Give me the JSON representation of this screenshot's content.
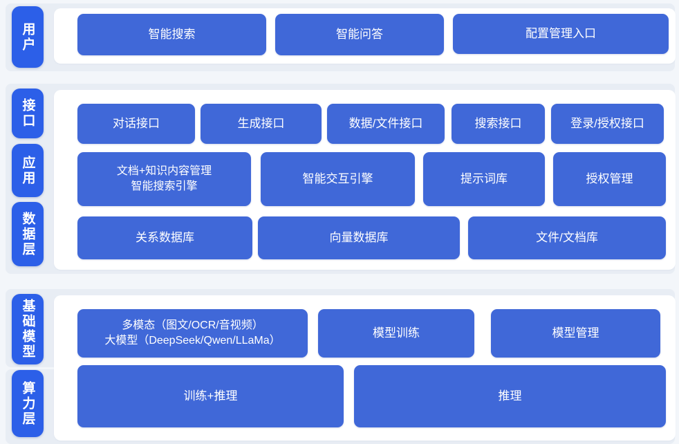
{
  "colors": {
    "layer_label_blue": "#2c5fe8",
    "block_blue": "#4068d8",
    "band_background": "#e8edf4",
    "panel_background": "#ffffff",
    "page_background": "#f3f6fa",
    "text_white": "#ffffff"
  },
  "layers": {
    "user": "用户",
    "interface": "接口",
    "application": "应用",
    "data": "数据层",
    "base_model": "基础模型",
    "compute": "算力层"
  },
  "rows": {
    "user": [
      "智能搜索",
      "智能问答",
      "配置管理入口"
    ],
    "interface": [
      "对话接口",
      "生成接口",
      "数据/文件接口",
      "搜索接口",
      "登录/授权接口"
    ],
    "application": {
      "doc_block": {
        "line1": "文档+知识内容管理",
        "line2": "智能搜索引擎"
      },
      "others": [
        "智能交互引擎",
        "提示词库",
        "授权管理"
      ]
    },
    "data": [
      "关系数据库",
      "向量数据库",
      "文件/文档库"
    ],
    "model": {
      "multimodal_block": {
        "line1": "多模态（图文/OCR/音视频）",
        "line2": "大模型（DeepSeek/Qwen/LLaMa）"
      },
      "others": [
        "模型训练",
        "模型管理"
      ]
    },
    "compute": [
      "训练+推理",
      "推理"
    ]
  }
}
